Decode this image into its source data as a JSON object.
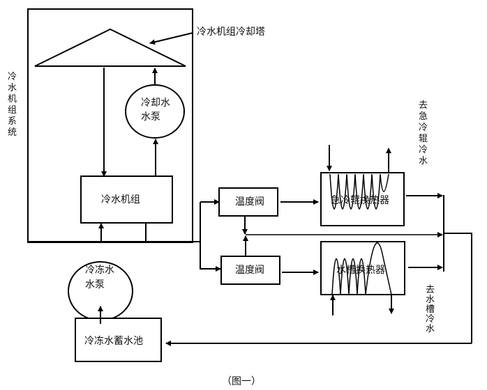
{
  "diagram": {
    "caption": "（图一）",
    "system_label": "冷水机组系统",
    "cooling_tower_label": "冷水机组冷却塔",
    "cooling_pump_label": [
      "冷却水",
      "水泵"
    ],
    "chiller_label": "冷水机组",
    "chilled_pump_label": [
      "冷冻水",
      "水泵"
    ],
    "reservoir_label": "冷冻水蓄水池",
    "valve_top_label": "温度阀",
    "valve_bottom_label": "温度阀",
    "hx_top_label": "急冷辊换热器",
    "hx_bottom_label": "水槽换热器",
    "to_quench_roll_label": "去急冷辊冷水",
    "to_tank_label": "去水槽冷水"
  }
}
